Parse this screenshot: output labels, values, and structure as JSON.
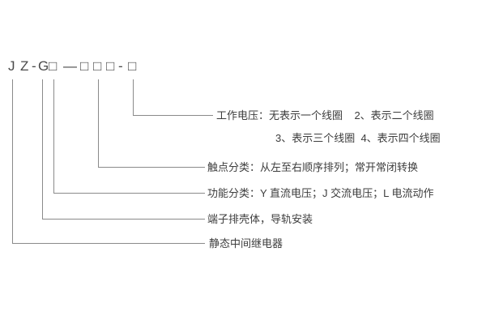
{
  "model_code": {
    "chars": [
      "J",
      "Z",
      "-",
      "G",
      "□",
      "—",
      "□",
      "□",
      "□",
      "-",
      "□"
    ]
  },
  "callouts": [
    {
      "id": "working-voltage",
      "label_line1": "工作电压：无表示一个线圈    2、表示二个线圈",
      "label_line2": "3、表示三个线圈  4、表示四个线圈"
    },
    {
      "id": "contact-class",
      "label": "触点分类：从左至右顺序排列；常开常闭转换"
    },
    {
      "id": "function-class",
      "label": "功能分类：Y 直流电压；J 交流电压；L 电流动作"
    },
    {
      "id": "housing",
      "label": "端子排壳体，导轨安装"
    },
    {
      "id": "relay-type",
      "label": "静态中间继电器"
    }
  ]
}
